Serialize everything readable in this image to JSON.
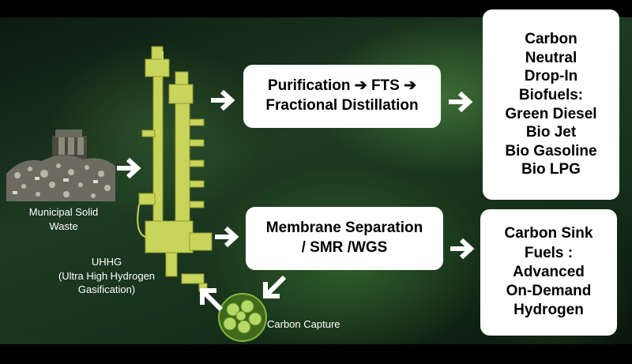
{
  "boxes": {
    "purification": {
      "lines": [
        "Purification ➔ FTS ➔",
        "Fractional Distillation"
      ]
    },
    "membrane": {
      "lines": [
        "Membrane Separation",
        "/ SMR /WGS"
      ]
    },
    "biofuels": {
      "lines": [
        "Carbon",
        "Neutral",
        "Drop-In",
        "Biofuels:",
        "Green Diesel",
        "Bio Jet",
        "Bio Gasoline",
        "Bio LPG"
      ]
    },
    "sink_fuels": {
      "lines": [
        "Carbon Sink",
        "Fuels :",
        "Advanced",
        "On-Demand",
        "Hydrogen"
      ]
    }
  },
  "labels": {
    "msw": [
      "Municipal Solid",
      "Waste"
    ],
    "uhhg": [
      "UHHG",
      "(Ultra High Hydrogen",
      "Gasification)"
    ],
    "carbon_capture": "Carbon Capture"
  },
  "colors": {
    "box": "#ffffff",
    "gasifier": "#c9d45a",
    "arrow": "#ffffff",
    "capture": "#86b33a"
  }
}
